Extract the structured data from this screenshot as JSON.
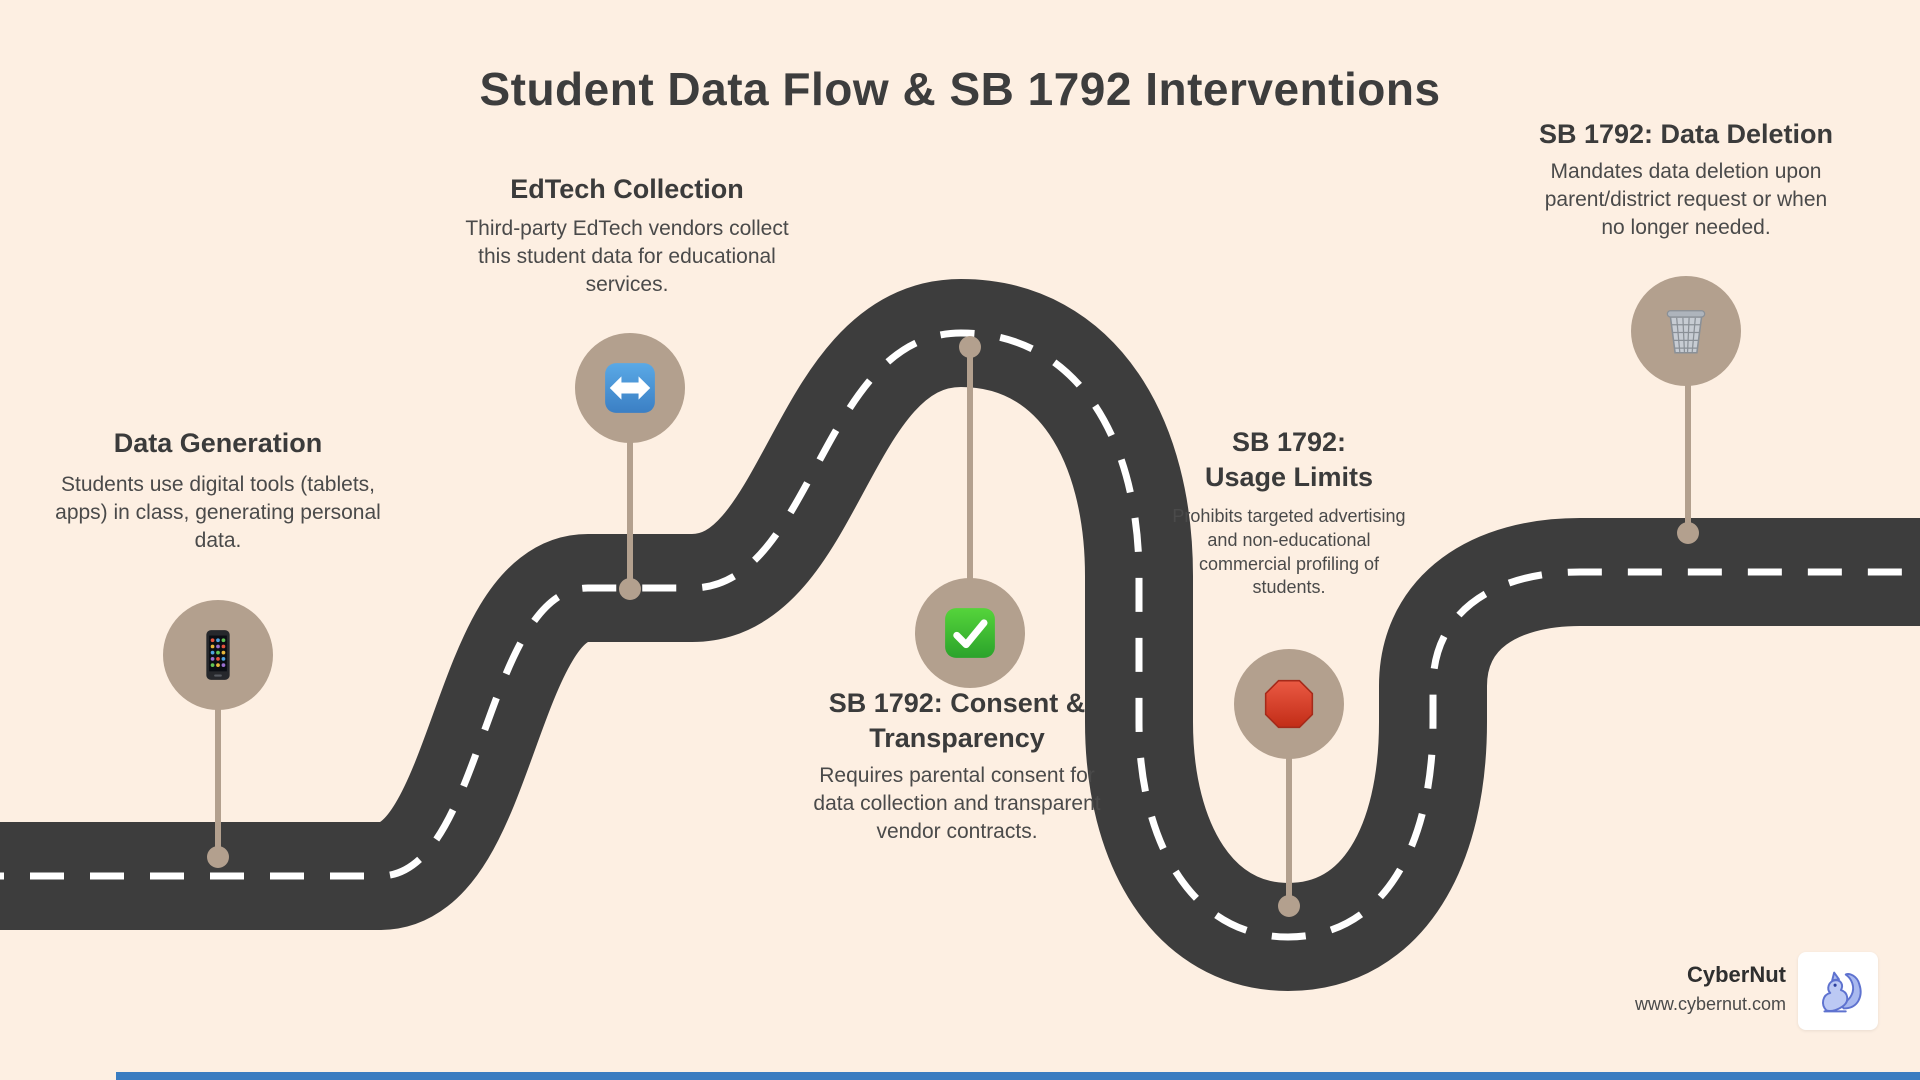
{
  "title": "Student Data Flow & SB 1792 Interventions",
  "milestones": [
    {
      "id": "data-generation",
      "heading": "Data Generation",
      "body": "Students use digital tools (tablets, apps) in class, generating personal data.",
      "icon": "smartphone-icon"
    },
    {
      "id": "edtech-collection",
      "heading": "EdTech Collection",
      "body": "Third-party EdTech vendors collect this student data for educational services.",
      "icon": "left-right-arrow-icon"
    },
    {
      "id": "consent-transparency",
      "heading": "SB 1792: Consent & Transparency",
      "body": "Requires parental consent for data collection and transparent vendor contracts.",
      "icon": "check-mark-icon"
    },
    {
      "id": "usage-limits",
      "heading": "SB 1792: Usage Limits",
      "body": "Prohibits targeted advertising and non-educational commercial profiling of students.",
      "icon": "stop-sign-icon"
    },
    {
      "id": "data-deletion",
      "heading": "SB 1792: Data Deletion",
      "body": "Mandates data deletion upon parent/district request or when no longer needed.",
      "icon": "wastebasket-icon"
    }
  ],
  "footer": {
    "brand": "CyberNut",
    "url": "www.cybernut.com",
    "logo": "squirrel-logo"
  },
  "colors": {
    "background": "#fdefe2",
    "road": "#3d3d3d",
    "road_dash": "#ffffff",
    "marker_tan": "#b3a08e",
    "heading_text": "#3b3b3b",
    "body_text": "#4a4a4a",
    "bottom_bar": "#3a7cc0"
  }
}
